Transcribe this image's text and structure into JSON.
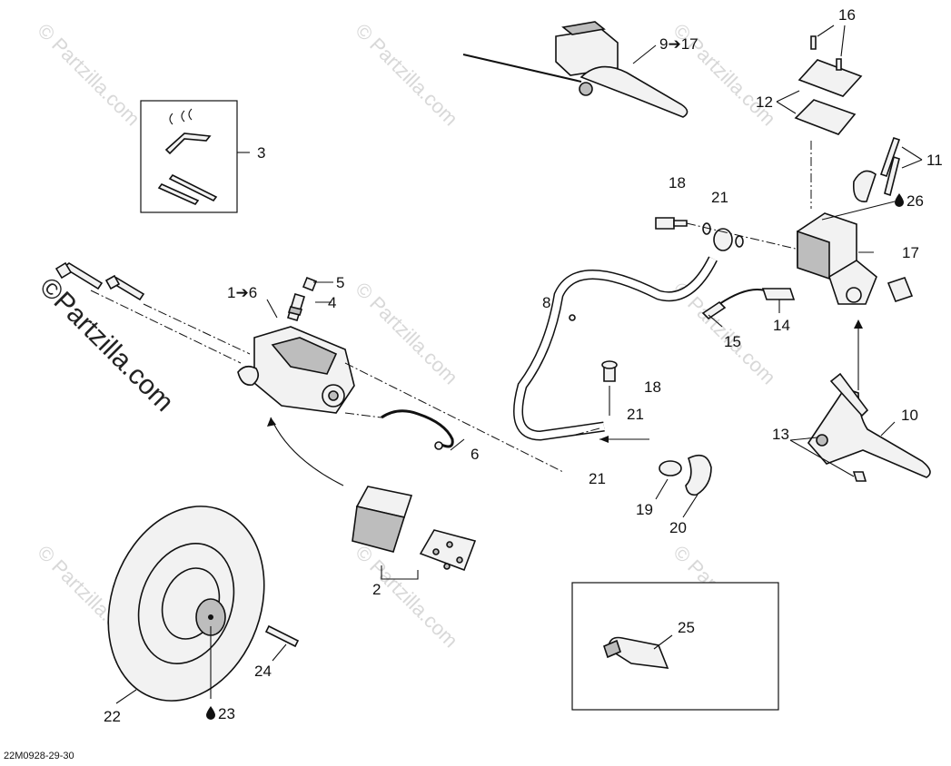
{
  "watermark": {
    "text": "© Partzilla.com",
    "main_text": "©Partzilla.com"
  },
  "diagram_code": "22M0928-29-30",
  "callouts": {
    "c1": "1➔6",
    "c2": "2",
    "c3": "3",
    "c4": "4",
    "c5": "5",
    "c6": "6",
    "c8": "8",
    "c9": "9➔17",
    "c10": "10",
    "c11": "11",
    "c12": "12",
    "c13": "13",
    "c14": "14",
    "c15": "15",
    "c16": "16",
    "c17": "17",
    "c18a": "18",
    "c18b": "18",
    "c19": "19",
    "c20": "20",
    "c21a": "21",
    "c21b": "21",
    "c21c": "21",
    "c22": "22",
    "c23": "23",
    "c24": "24",
    "c25": "25",
    "c26": "26"
  }
}
